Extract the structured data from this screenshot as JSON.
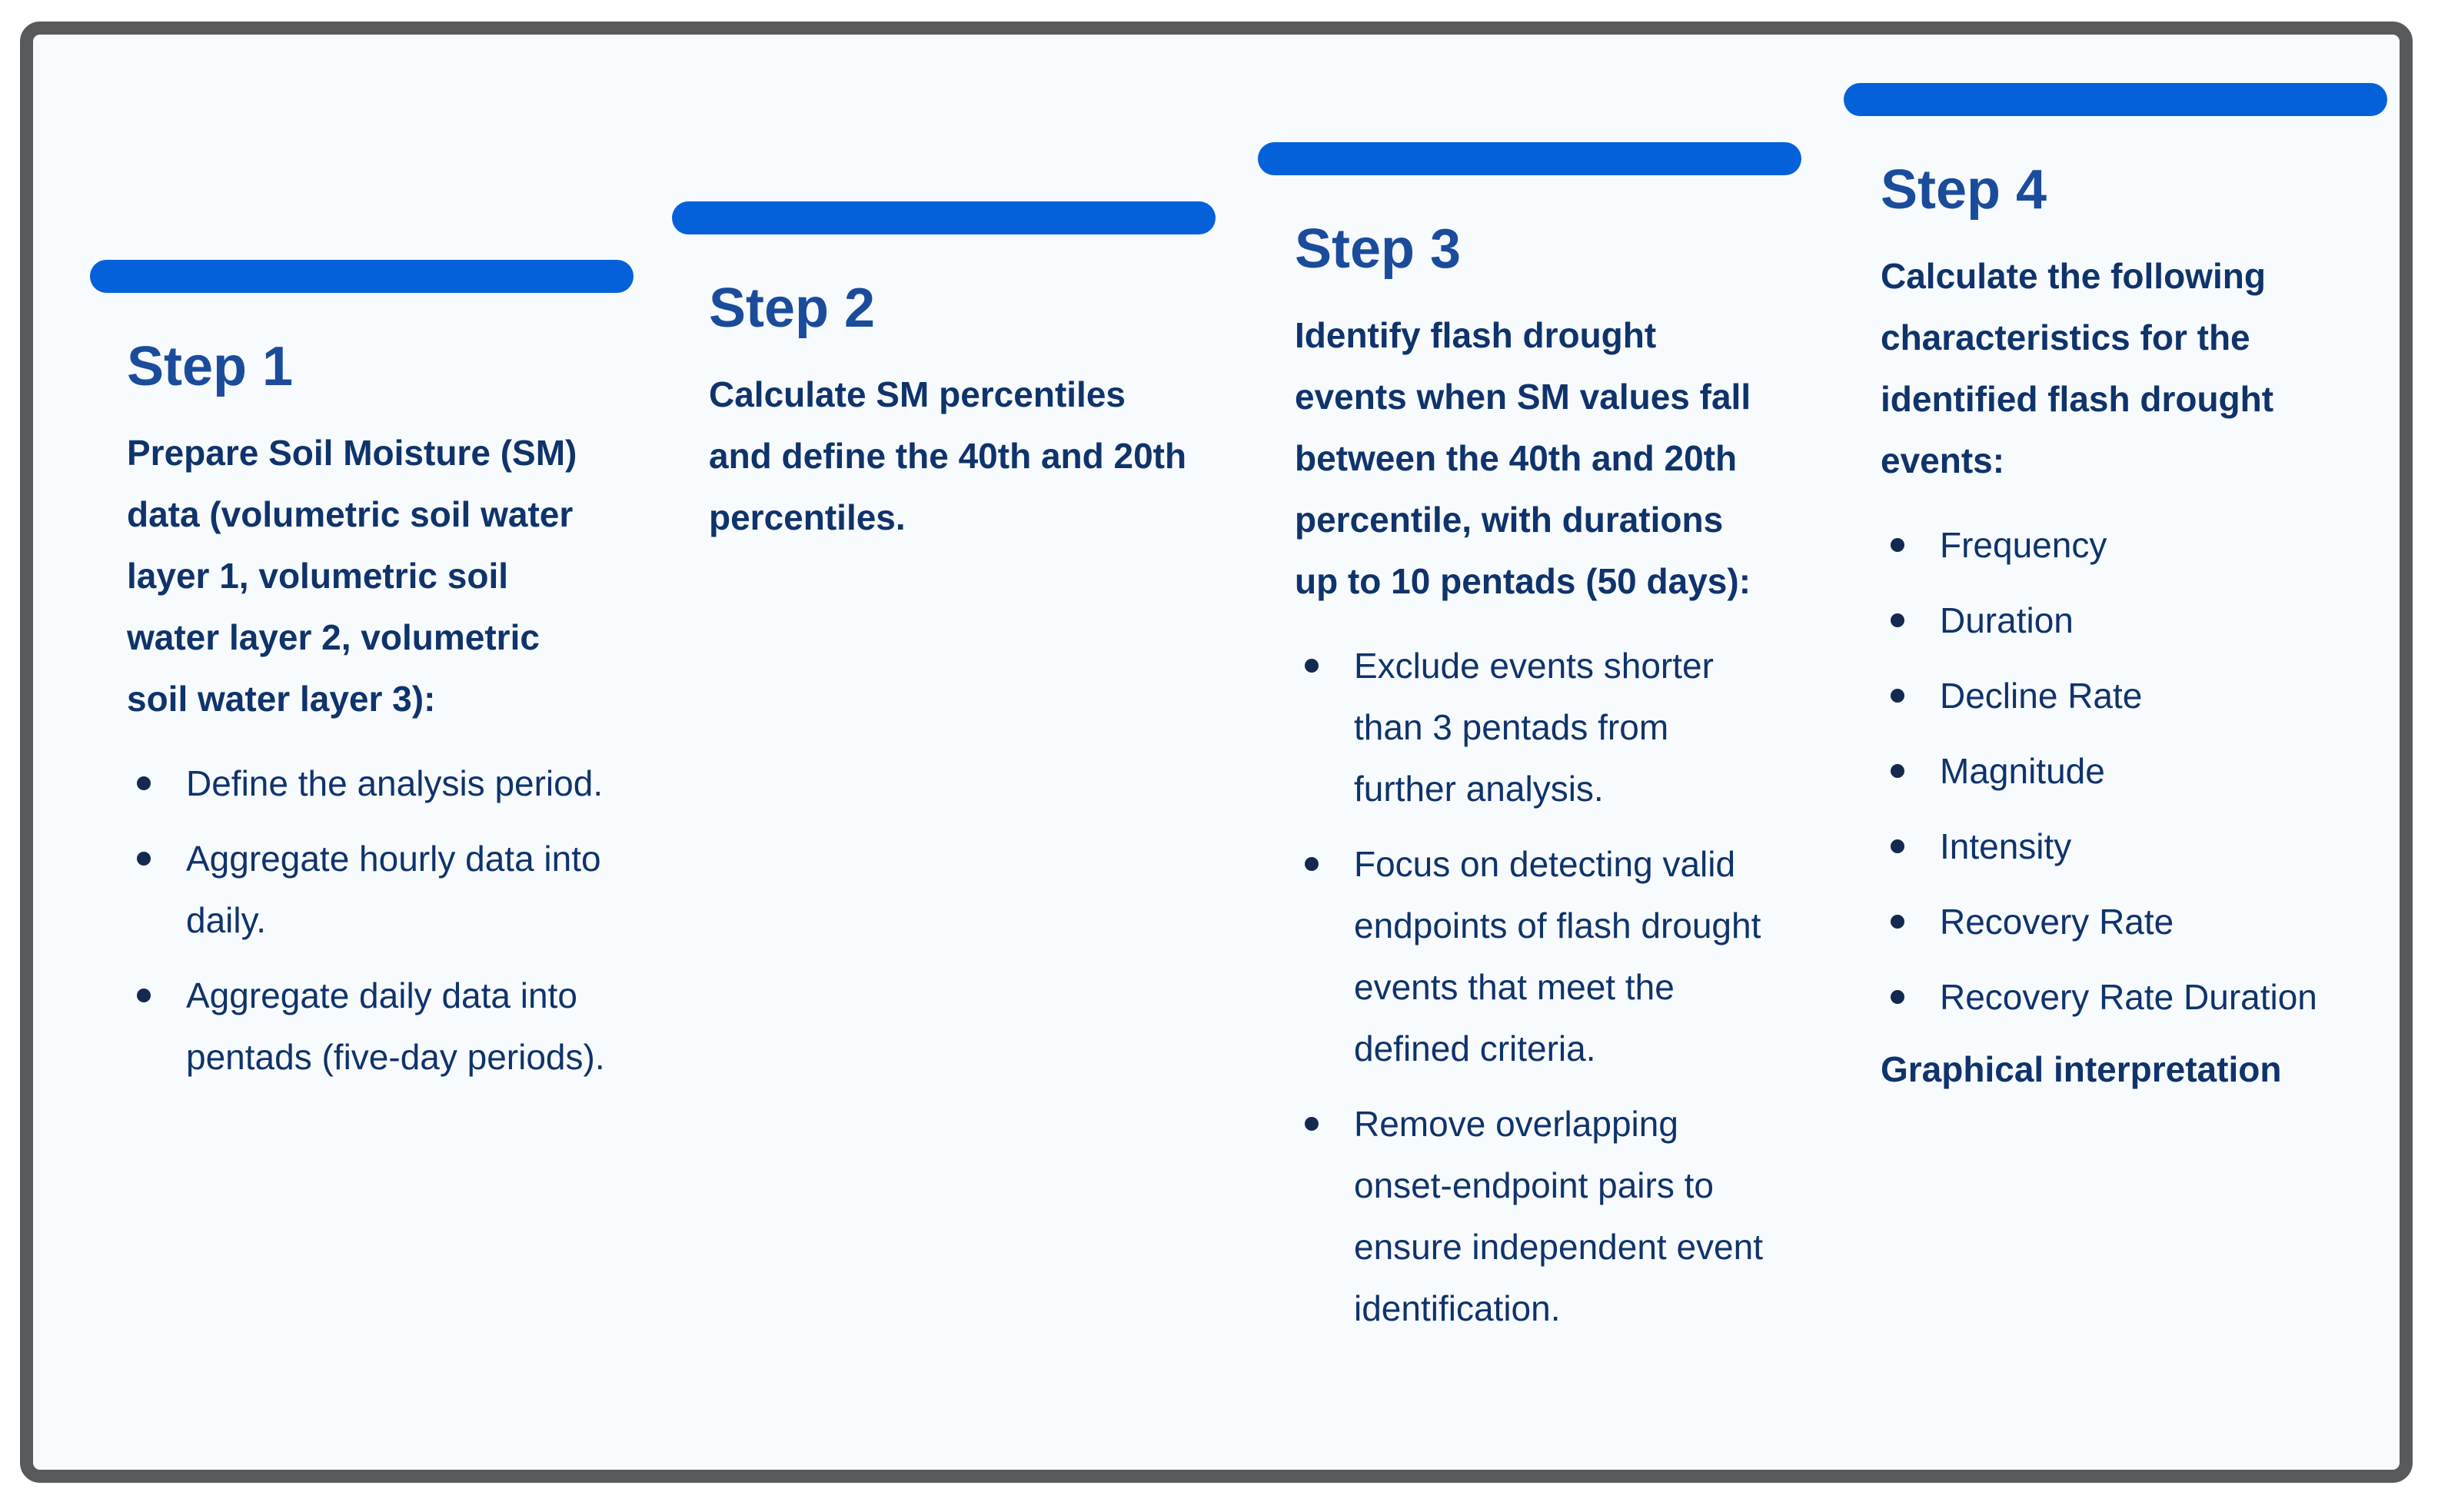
{
  "page": {
    "accent_color": "#0561DA",
    "heading_color": "#1A4C9B",
    "text_color": "#0F336B",
    "frame_border_color": "#58595B",
    "background_color": "#F8FBFE"
  },
  "steps": [
    {
      "title": "Step 1",
      "intro": "Prepare Soil Moisture (SM) data (volumetric soil water layer 1, volumetric soil water layer 2, volumetric soil water layer 3):",
      "bullets": [
        "Define the analysis period.",
        "Aggregate hourly data into daily.",
        "Aggregate daily data into pentads (five-day periods)."
      ]
    },
    {
      "title": "Step 2",
      "intro": "Calculate SM percentiles and define the 40th and 20th percentiles.",
      "bullets": []
    },
    {
      "title": "Step 3",
      "intro": "Identify flash drought events when SM values fall between the 40th and 20th percentile, with durations up to 10 pentads (50 days):",
      "bullets": [
        "Exclude events shorter than 3 pentads from further analysis.",
        "Focus on detecting valid endpoints of flash drought events that meet the defined criteria.",
        "Remove overlapping onset-endpoint pairs to ensure independent event identification."
      ]
    },
    {
      "title": "Step 4",
      "intro": "Calculate the following characteristics for the identified flash drought events:",
      "bullets": [
        "Frequency",
        "Duration",
        "Decline Rate",
        "Magnitude",
        "Intensity",
        "Recovery Rate",
        "Recovery Rate Duration"
      ],
      "footer": "Graphical interpretation"
    }
  ]
}
